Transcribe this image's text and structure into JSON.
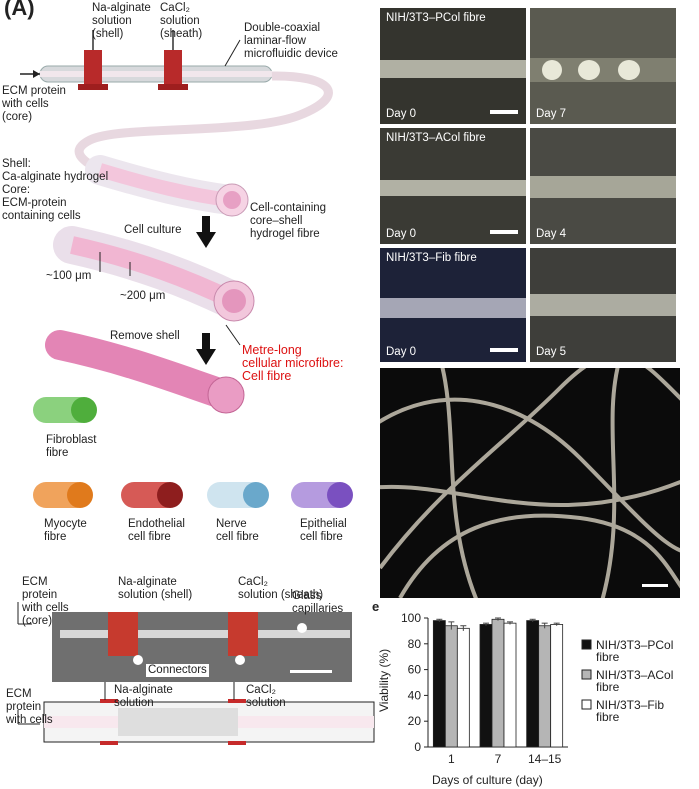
{
  "panel_label": "(A)",
  "top_schematic": {
    "na_alginate": "Na-alginate\nsolution\n(shell)",
    "cacl2": "CaCl₂\nsolution\n(sheath)",
    "device": "Double-coaxial\nlaminar-flow\nmicrofluidic device",
    "ecm_core": "ECM protein\nwith cells\n(core)",
    "shell_core": "Shell:\nCa-alginate hydrogel\nCore:\nECM-protein\ncontaining cells",
    "fibre_label": "Cell-containing\ncore–shell\nhydrogel fibre",
    "cell_culture": "Cell culture",
    "dim_100": "~100 μm",
    "dim_200": "~200 μm",
    "remove_shell": "Remove shell",
    "cell_fibre": "Metre-long\ncellular microfibre:\nCell fibre",
    "fibroblast": "Fibroblast\nfibre",
    "myocyte": "Myocyte\nfibre",
    "endothelial": "Endothelial\ncell fibre",
    "nerve": "Nerve\ncell fibre",
    "epithelial": "Epithelial\ncell fibre"
  },
  "photo_device": {
    "ecm": "ECM\nprotein\nwith cells\n(core)",
    "na_alginate": "Na-alginate\nsolution (shell)",
    "cacl2": "CaCl₂\nsolution (sheath)",
    "glass": "Glass\ncapillaries",
    "connectors": "Connectors"
  },
  "cross_section": {
    "ecm": "ECM\nprotein\nwith cells",
    "na_alginate": "Na-alginate\nsolution",
    "cacl2": "CaCl₂\nsolution"
  },
  "micrographs": [
    {
      "title": "NIH/3T3–PCol fibre",
      "day_left": "Day 0",
      "day_right": "Day 7"
    },
    {
      "title": "NIH/3T3–ACol fibre",
      "day_left": "Day 0",
      "day_right": "Day 4"
    },
    {
      "title": "NIH/3T3–Fib fibre",
      "day_left": "Day 0",
      "day_right": "Day 5"
    }
  ],
  "colors": {
    "black_bar": "#111111",
    "grey_bar": "#b5b5b5",
    "white_bar": "#ffffff",
    "highlight": "#d11111"
  },
  "panel_e_label": "e",
  "chart_data": {
    "type": "bar",
    "categories": [
      "1",
      "7",
      "14–15"
    ],
    "series": [
      {
        "name": "NIH/3T3–PCol\nfibre",
        "values": [
          98,
          95,
          98
        ],
        "errors": [
          1,
          1,
          1
        ],
        "color": "#111111"
      },
      {
        "name": "NIH/3T3–ACol\nfibre",
        "values": [
          94,
          99,
          94
        ],
        "errors": [
          3,
          1,
          2
        ],
        "color": "#b5b5b5"
      },
      {
        "name": "NIH/3T3–Fib\nfibre",
        "values": [
          92,
          96,
          95
        ],
        "errors": [
          2,
          1,
          1
        ],
        "color": "#ffffff"
      }
    ],
    "xlabel": "Days of culture (day)",
    "ylabel": "Viability (%)",
    "ylim": [
      0,
      100
    ],
    "yticks": [
      "0",
      "20",
      "40",
      "60",
      "80",
      "100"
    ],
    "legend_position": "right"
  }
}
